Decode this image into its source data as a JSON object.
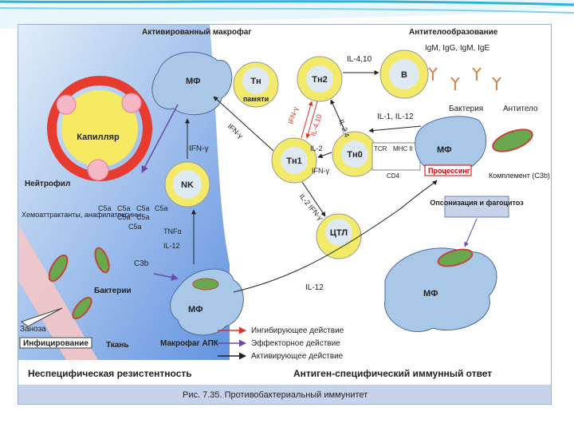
{
  "colors": {
    "accent_cyan": "#2bb3d9",
    "cell_fill": "#f3ea6a",
    "cell_inner": "#dfe9f2",
    "macrophage": "#a9c8e8",
    "bacterium": "#6aa84f",
    "inhibit_arrow": "#e0312b",
    "effector_arrow": "#6a4aa8",
    "activate_arrow": "#222222",
    "caption_bar": "#c7d3ea",
    "capillary_red": "#e63b2e"
  },
  "figure": {
    "cells": {
      "activated_macrophage": "Активированный макрофаг",
      "mf": "МФ",
      "th": "Тн",
      "memory": "памяти",
      "th2": "Тн2",
      "th1": "Тн1",
      "th0": "Тн0",
      "b": "B",
      "nk": "NK",
      "ctl": "ЦТЛ",
      "capillary": "Капилляр",
      "neutrophil": "Нейтрофил",
      "bacteria": "Бактерии",
      "bacterium": "Бактерия",
      "antibody": "Антитело",
      "macrophage_apc": "Макрофаг АПК",
      "splinter": "Заноза",
      "infection": "Инфицирование",
      "tissue": "Ткань"
    },
    "labels": {
      "antibody_production": "Антителообразование",
      "ig_classes": "IgM, IgG, IgM, IgE",
      "il_4_10_top": "IL-4,10",
      "il_1_12": "IL-1, IL-12",
      "ifn_gamma_diag": "IFN-γ",
      "ifn_gamma_vert": "IFN-γ",
      "il_4_10_red": "IL-4,10",
      "ifn_gamma_red": "IFN-γ",
      "il_2_4": "IL-2,4",
      "il_2": "IL-2",
      "ifn_gamma_mid": "IFN-γ",
      "il_2_ifn": "IL-2\nIFN-γ",
      "tcr": "TCR",
      "mhc": "MHC II",
      "cd4": "CD4",
      "processing": "Процессинг",
      "complement": "Комплемент (C3b)",
      "opsonization": "Опсонизация и фагоцитоз",
      "chemoattractants": "Хемоаттрактанты, анафилатоксины",
      "c5a": "C5a",
      "c3b": "C3b",
      "tnf": "TNFα",
      "il_12": "IL-12",
      "il_12_low": "IL-12"
    },
    "legend": {
      "inhibit": "Ингибирующее действие",
      "effector": "Эффекторное действие",
      "activate": "Активирующее действие"
    },
    "sections": {
      "left": "Неспецифическая резистентность",
      "right": "Антиген-специфический иммунный ответ"
    },
    "caption": "Рис. 7.35. Противобактериальный иммунитет"
  }
}
